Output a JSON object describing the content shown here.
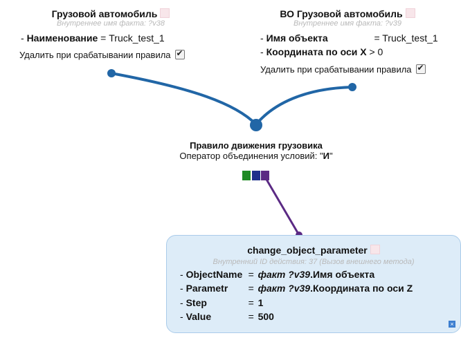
{
  "fact1": {
    "title": "Грузовой автомобиль",
    "internal": "Внутреннее имя факта: ?v38",
    "rows": [
      {
        "dash": "- ",
        "key": "Наименование",
        "op": " = ",
        "value": "Truck_test_1"
      }
    ],
    "delete_label": "Удалить при срабатывании правила"
  },
  "fact2": {
    "title": "ВО Грузовой автомобиль",
    "internal": "Внутреннее имя факта: ?v39",
    "rows": [
      {
        "dash": "- ",
        "key": "Имя объекта",
        "op": " = ",
        "value": "Truck_test_1"
      },
      {
        "dash": "- ",
        "key": "Координата по оси X",
        "op": " > ",
        "value": "0"
      }
    ],
    "delete_label": "Удалить при срабатывании правила"
  },
  "rule": {
    "title": "Правило движения грузовика",
    "operator_prefix": "Оператор объединения условий: \"",
    "operator_value": "И",
    "operator_suffix": "\""
  },
  "action": {
    "title": "change_object_parameter",
    "internal": "Внутренний ID действия: 37 (Вызов внешнего метода)",
    "params": [
      {
        "dash": "- ",
        "key": "ObjectName",
        "eq": "=",
        "fact": "факт ?v39",
        "value": ".Имя объекта"
      },
      {
        "dash": "- ",
        "key": "Parametr",
        "eq": "=",
        "fact": "факт ?v39",
        "value": ".Координата по оси Z"
      },
      {
        "dash": "- ",
        "key": "Step",
        "eq": "=",
        "fact": "",
        "value": "1"
      },
      {
        "dash": "- ",
        "key": "Value",
        "eq": "=",
        "fact": "",
        "value": "500"
      }
    ],
    "close": "×"
  },
  "colors": {
    "connector": "#2166a6",
    "action_link": "#5b2a84",
    "sq_green": "#1f8a25",
    "sq_blue": "#1e2f8c",
    "sq_purple": "#5b2a84"
  }
}
